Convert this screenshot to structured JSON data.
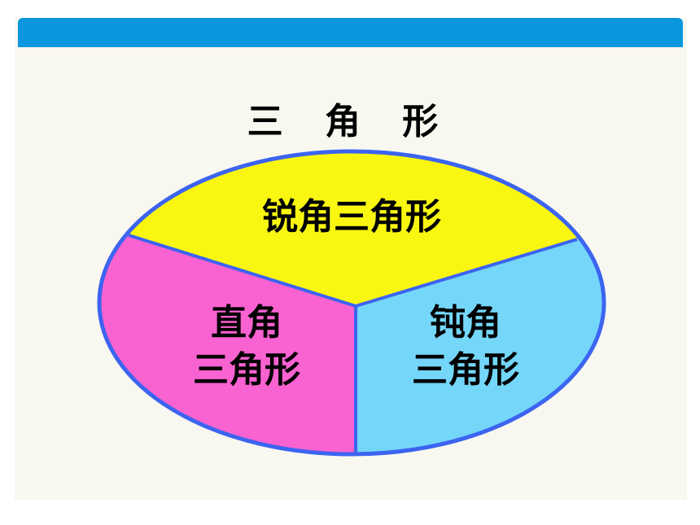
{
  "title": "三 角 形",
  "regions": {
    "acute": {
      "label": "锐角三角形",
      "color": "#f9f712"
    },
    "right": {
      "line1": "直角",
      "line2": "三角形",
      "color": "#f962d1"
    },
    "obtuse": {
      "line1": "钝角",
      "line2": "三角形",
      "color": "#74d6f9"
    }
  },
  "colors": {
    "header": "#0b97de",
    "outline": "#3c64f0",
    "background": "#f8f8f1"
  }
}
